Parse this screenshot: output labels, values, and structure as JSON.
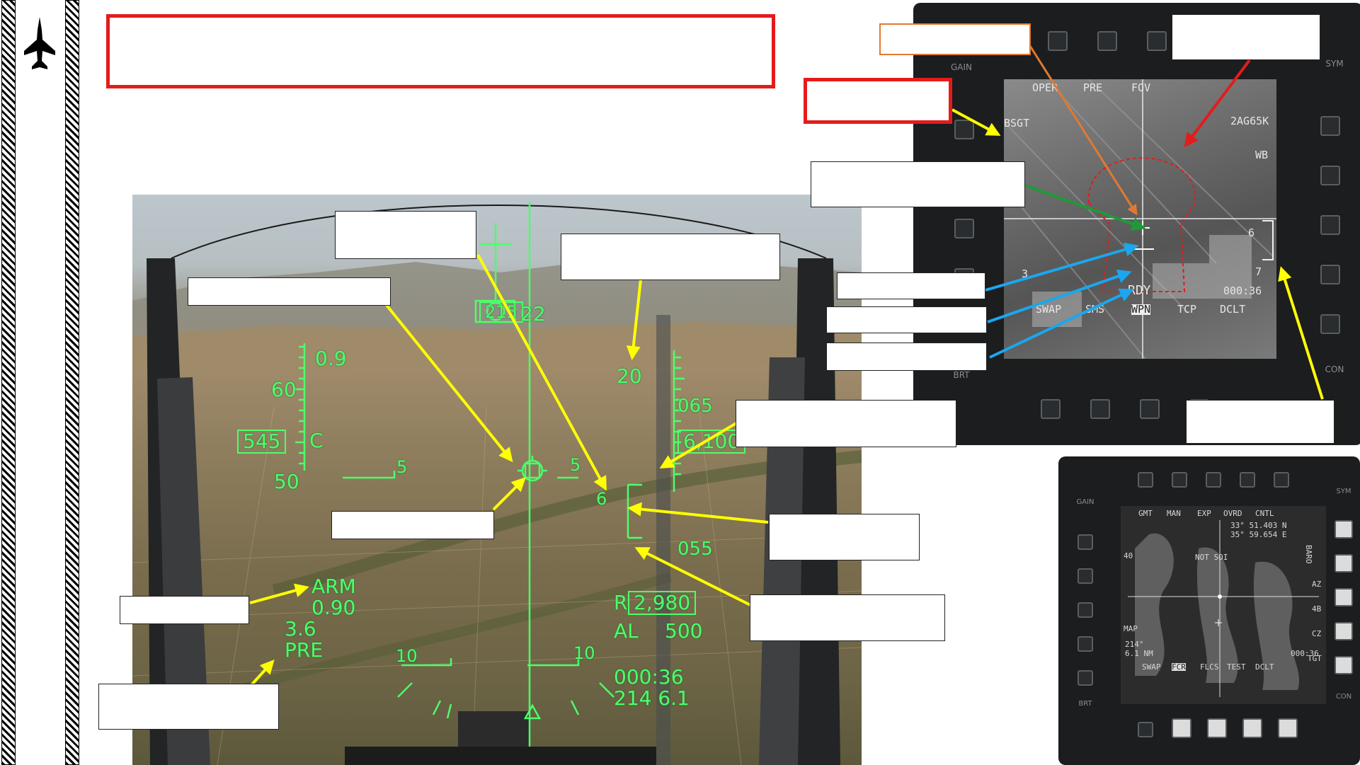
{
  "hud": {
    "heading_box": "215",
    "heading_right": "22",
    "mach": "0.9",
    "speed_60": "60",
    "speed_box": "545",
    "speed_c": "C",
    "speed_50": "50",
    "arm_mode": "ARM",
    "arm_value": "0.90",
    "ccrp_time": "3.6",
    "pre_mode": "PRE",
    "pitch_5_left": "5",
    "pitch_5_right": "5",
    "pitch_10_left": "10",
    "pitch_10_right": "10",
    "alt_scale_top": "20",
    "alt_065": "065",
    "alt_box": "6,100",
    "alt_055": "055",
    "alt_6": "6",
    "radar_alt_r": "R",
    "radar_alt_box": "2,980",
    "al_label": "AL",
    "al_value": "500",
    "time_to_go": "000:36",
    "steerpoint_info": "214  6.1"
  },
  "mfd_tgp": {
    "top_labels": [
      "OPER",
      "PRE",
      "FOV"
    ],
    "bsgt": "BSGT",
    "zoom": "2AG65K",
    "wb": "WB",
    "num_3": "3",
    "num_7": "7",
    "num_6": "6",
    "rdy": "RDY",
    "time": "000:36",
    "bottom_labels": [
      "SWAP",
      "SMS",
      "WPN",
      "TCP",
      "DCLT"
    ],
    "gain": "GAIN",
    "sym": "SYM",
    "brt": "BRT",
    "con": "CON"
  },
  "mfd_fcr": {
    "top_labels": [
      "GMT",
      "MAN",
      "EXP",
      "OVRD",
      "CNTL"
    ],
    "coord1": "33° 51.403 N",
    "coord2": "35° 59.654 E",
    "not_soi": "NOT SOI",
    "range": "40",
    "map": "MAP",
    "bearing": "214°",
    "dist": "6.1 NM",
    "time": "000:36",
    "right_labels": [
      "BARO",
      "AZ",
      "4B",
      "CZ",
      "TGT"
    ],
    "bottom_labels": [
      "SWAP",
      "FCR",
      "FLCS",
      "TEST",
      "DCLT"
    ],
    "gain": "GAIN",
    "sym": "SYM",
    "brt": "BRT",
    "con": "CON"
  },
  "colors": {
    "hud_green": "#4dff6a",
    "red_frame": "#e51b1b",
    "arrow_yellow": "#ffff00",
    "arrow_blue": "#1aa7ee",
    "arrow_green": "#1e9a3a",
    "arrow_orange": "#e07a30",
    "arrow_red": "#e51b1b"
  }
}
